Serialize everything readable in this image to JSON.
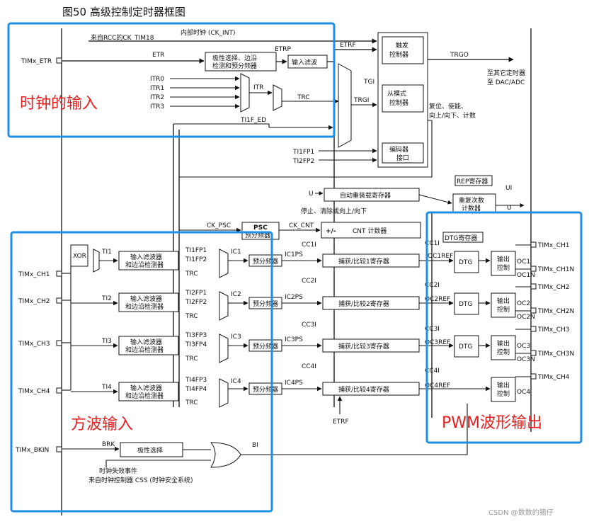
{
  "caption": "图50      高级控制定时器框图",
  "regions": {
    "clock_input": "时钟的输入",
    "square_wave_input": "方波输入",
    "pwm_output": "PWM波形输出"
  },
  "pins": {
    "etr": "TIMx_ETR",
    "ch1": "TIMx_CH1",
    "ch2": "TIMx_CH2",
    "ch3": "TIMx_CH3",
    "ch4": "TIMx_CH4",
    "bkin": "TIMx_BKIN",
    "out_ch1": "TIMx_CH1",
    "out_ch1n": "TIMx_CH1N",
    "out_ch2": "TIMx_CH2",
    "out_ch2n": "TIMx_CH2N",
    "out_ch3": "TIMx_CH3",
    "out_ch3n": "TIMx_CH3N",
    "out_ch4": "TIMx_CH4"
  },
  "signals": {
    "from_rcc": "来自RCC的CK_TIM18",
    "ck_int": "内部时钟 (CK_INT)",
    "etr": "ETR",
    "etrp": "ETRP",
    "etrf": "ETRF",
    "itr0": "ITR0",
    "itr1": "ITR1",
    "itr2": "ITR2",
    "itr3": "ITR3",
    "itr": "ITR",
    "trc": "TRC",
    "tgi": "TGI",
    "trgi": "TRGI",
    "ti1f_ed": "TI1F_ED",
    "ti1fp1": "TI1FP1",
    "ti2fp2": "TI2FP2",
    "trgo": "TRGO",
    "to_timer": "至其它定时器",
    "to_dac": "至 DAC/ADC",
    "reset_note": "复位、使能、",
    "reset_note2": "向上/向下、计数",
    "ck_psc": "CK_PSC",
    "ck_cnt": "CK_CNT",
    "u": "U",
    "ui": "UI",
    "stop_note": "停止、清除或向上/向下",
    "plus_minus": "+/-",
    "xor": "XOR",
    "ti1": "TI1",
    "ti2": "TI2",
    "ti3": "TI3",
    "ti4": "TI4",
    "ti1fp1b": "TI1FP1",
    "ti1fp2": "TI1FP2",
    "ti2fp1": "TI2FP1",
    "ti2fp2b": "TI2FP2",
    "ti3fp3": "TI3FP3",
    "ti3fp4": "TI3FP4",
    "ti4fp3": "TI4FP3",
    "ti4fp4": "TI4FP4",
    "ic1": "IC1",
    "ic2": "IC2",
    "ic3": "IC3",
    "ic4": "IC4",
    "ic1ps": "IC1PS",
    "ic2ps": "IC2PS",
    "ic3ps": "IC3PS",
    "ic4ps": "IC4PS",
    "cc1i": "CC1I",
    "cc2i": "CC2I",
    "cc3i": "CC3I",
    "cc4i": "CC4I",
    "oc1ref": "OC1REF",
    "oc2ref": "OC2REF",
    "oc3ref": "OC3REF",
    "oc4ref": "OC4REF",
    "oc1": "OC1",
    "oc1n": "OC1N",
    "oc2": "OC2",
    "oc2n": "OC2N",
    "oc3": "OC3",
    "oc3n": "OC3N",
    "oc4": "OC4",
    "brk": "BRK",
    "bi": "BI",
    "clk_fail": "时钟失效事件",
    "clk_fail2": "来自时钟控制器 CSS (时钟安全系统)"
  },
  "blocks": {
    "polarity_l1": "极性选择、边沿",
    "polarity_l2": "检测和预分频器",
    "input_filter": "输入滤波",
    "trigger_l1": "触发",
    "trigger_l2": "控制器",
    "slave_l1": "从模式",
    "slave_l2": "控制器",
    "encoder_l1": "编码器",
    "encoder_l2": "接口",
    "auto_reload": "自动重装载寄存器",
    "rep_reg": "REP寄存器",
    "rep_cnt_l1": "重复次数",
    "rep_cnt_l2": "计数器",
    "psc": "PSC",
    "psc_sub": "预分频器",
    "cnt": "CNT 计数器",
    "dtg_reg": "DTG寄存器",
    "filter_l1": "输入滤波器",
    "filter_l2": "和边沿检测器",
    "prescaler": "预分频器",
    "ccr1": "捕获/比较1寄存器",
    "ccr2": "捕获/比较2寄存器",
    "ccr3": "捕获/比较3寄存器",
    "ccr4": "捕获/比较4寄存器",
    "dtg": "DTG",
    "out_l1": "输出",
    "out_l2": "控制",
    "polarity_sel": "极性选择"
  },
  "watermark": "CSDN @数数的猪仔"
}
